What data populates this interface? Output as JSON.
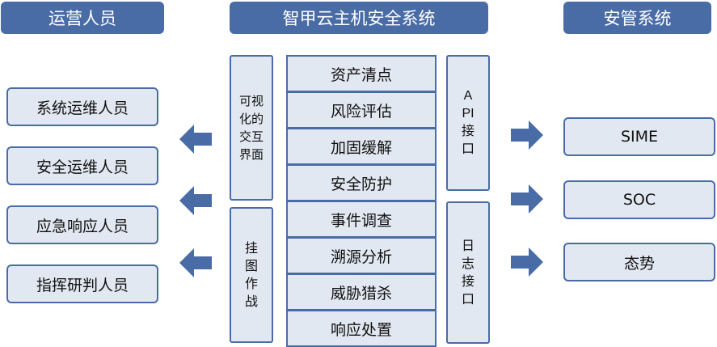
{
  "headers": {
    "left": "运营人员",
    "center": "智甲云主机安全系统",
    "right": "安管系统"
  },
  "left_roles": [
    "系统运维人员",
    "安全运维人员",
    "应急响应人员",
    "指挥研判人员"
  ],
  "left_panels": {
    "top": "可视化的交互界面",
    "bottom": "挂图作战"
  },
  "functions": [
    "资产清点",
    "风险评估",
    "加固缓解",
    "安全防护",
    "事件调查",
    "溯源分析",
    "威胁猎杀",
    "响应处置"
  ],
  "right_panels": {
    "top": "API接口",
    "bottom": "日志接口"
  },
  "right_systems": [
    "SIME",
    "SOC",
    "态势"
  ],
  "colors": {
    "primary": "#4a6ca6",
    "fill": "#e2e8f1",
    "header_text": "#ffffff"
  }
}
